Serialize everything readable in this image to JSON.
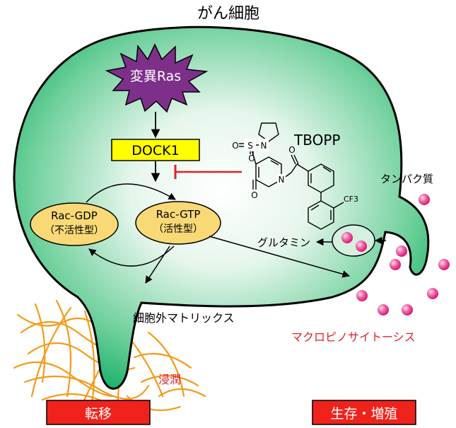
{
  "title": "がん細胞",
  "nodes": {
    "mutant_ras": "変異Ras",
    "dock1": "DOCK1",
    "rac_gdp": {
      "name": "Rac-GDP",
      "state": "（不活性型）"
    },
    "rac_gtp": {
      "name": "Rac-GTP",
      "state": "（活性型）"
    }
  },
  "inhibitor": {
    "name": "TBOPP",
    "atoms": {
      "o_sulfonyl_left": "O",
      "s": "S",
      "o_sulfonyl_bottom": "O",
      "n_pyrrolidine": "N",
      "n_ring": "N",
      "o_carbonyl_ring": "O",
      "o_ketone": "O",
      "cf3": "CF3"
    }
  },
  "labels": {
    "protein": "タンパク質",
    "glutamine": "グルタミン",
    "ecm": "細胞外マトリックス",
    "macropinocytosis": "マクロピノサイトーシス",
    "invasion": "浸潤"
  },
  "outcomes": {
    "metastasis": "転移",
    "survival": "生存・増殖"
  },
  "colors": {
    "cell_fill_center": "#ffffff",
    "cell_fill_edge": "#1bb36a",
    "ras_star": "#7d2f8a",
    "dock1_box": "#ffff00",
    "rac_oval": "#f9d976",
    "inhibition": "#e0202a",
    "red_text": "#e0202a",
    "outcome_box": "#f0231c",
    "protein_dots": "#e8157a",
    "ecm_fibers": "#f59a1a"
  }
}
